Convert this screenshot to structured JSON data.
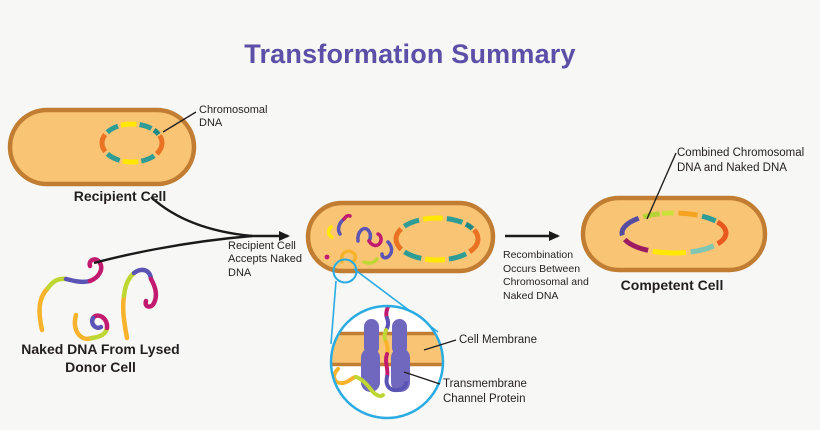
{
  "title": "Transformation Summary",
  "labels": {
    "chromosomal_dna": "Chromosomal DNA",
    "recipient_cell": "Recipient Cell",
    "naked_dna_line1": "Naked DNA From Lysed",
    "naked_dna_line2": "Donor Cell",
    "step1_caption": "Recipient Cell Accepts Naked DNA",
    "step2_caption": "Recombination Occurs Between Chromosomal and Naked DNA",
    "cell_membrane": "Cell Membrane",
    "transmembrane": "Transmembrane Channel Protein",
    "combined_dna": "Combined Chromosomal DNA and Naked DNA",
    "competent_cell": "Competent Cell"
  },
  "palette": {
    "background": "#f7f7f6",
    "title_purple": "#5b4fa7",
    "cell_fill": "#fac475",
    "cell_border": "#c17e33",
    "dna_teal": "#2d9d95",
    "dna_yellow": "#ffe800",
    "dna_orange": "#e97323",
    "dna_chartreuse": "#bfd732",
    "dna_magenta": "#c21a6e",
    "dna_purple": "#5b54b4",
    "dna_gold": "#f7b32c",
    "dna_dark_magenta": "#9c1b61",
    "dna_indigo": "#564ca0",
    "dna_light_teal": "#7fc6b5",
    "magnifier_cyan": "#2aace2",
    "protein_purple": "#6f68be",
    "text_black": "#231f20"
  },
  "dna_rings": {
    "chromosomal": {
      "segments": [
        {
          "color": "#e97323",
          "start": 95,
          "len": 13
        },
        {
          "color": "#2d9d95",
          "start": 10,
          "len": 9
        },
        {
          "color": "#ffe800",
          "start": 21,
          "len": 10
        },
        {
          "color": "#2d9d95",
          "start": 33,
          "len": 9
        },
        {
          "color": "#e97323",
          "start": 44,
          "len": 12
        },
        {
          "color": "#2d9d95",
          "start": 58,
          "len": 8
        },
        {
          "color": "#ffe800",
          "start": 68,
          "len": 10
        },
        {
          "color": "#2d9d95",
          "start": 80,
          "len": 8
        },
        {
          "color": "#1f8a84",
          "start": 90,
          "len": 4
        }
      ]
    },
    "combined": {
      "segments": [
        {
          "color": "#e8581f",
          "start": 94,
          "len": 12
        },
        {
          "color": "#7fc6b5",
          "start": 8,
          "len": 10
        },
        {
          "color": "#ffe800",
          "start": 20,
          "len": 14
        },
        {
          "color": "#9c1b61",
          "start": 36,
          "len": 11
        },
        {
          "color": "#564ca0",
          "start": 49,
          "len": 11
        },
        {
          "color": "#b5d334",
          "start": 62,
          "len": 7
        },
        {
          "color": "#ccdf3a",
          "start": 70,
          "len": 5
        },
        {
          "color": "#f6a31f",
          "start": 77,
          "len": 8
        },
        {
          "color": "#2d9d95",
          "start": 87,
          "len": 6
        }
      ]
    }
  }
}
